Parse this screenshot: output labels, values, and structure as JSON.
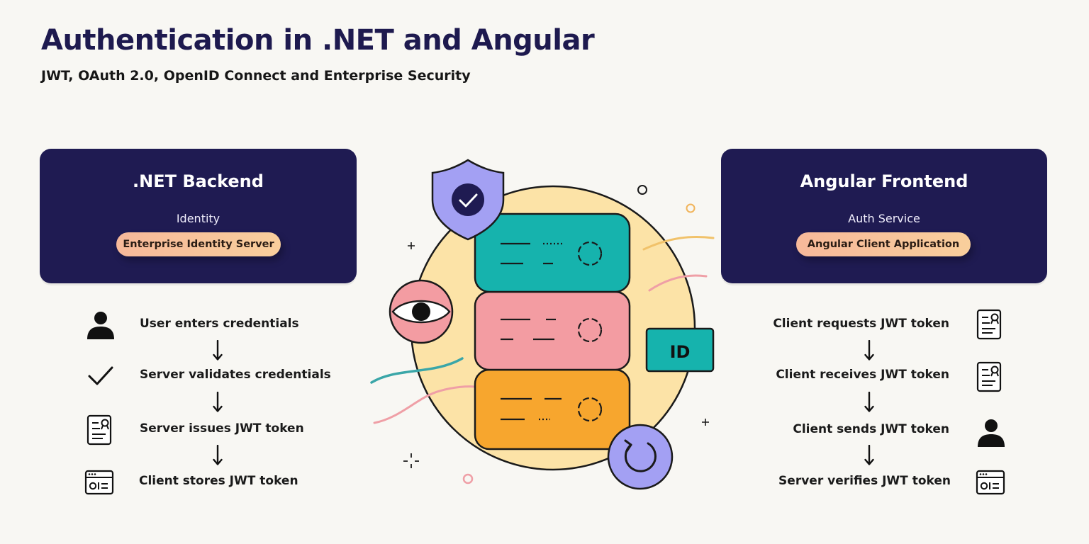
{
  "header": {
    "title": "Authentication in .NET and Angular",
    "subtitle": "JWT, OAuth 2.0, OpenID Connect and Enterprise Security"
  },
  "backend": {
    "title": ".NET Backend",
    "subtitle": "Identity",
    "pill": "Enterprise Identity Server",
    "steps": [
      {
        "label": "User enters credentials",
        "icon": "user-icon"
      },
      {
        "label": "Server validates credentials",
        "icon": "checkmark-icon"
      },
      {
        "label": "Server issues JWT token",
        "icon": "certificate-document-icon"
      },
      {
        "label": "Client stores JWT token",
        "icon": "browser-window-icon"
      }
    ]
  },
  "frontend": {
    "title": "Angular Frontend",
    "subtitle": "Auth Service",
    "pill": "Angular Client Application",
    "steps": [
      {
        "label": "Client requests JWT token",
        "icon": "certificate-document-icon"
      },
      {
        "label": "Client receives JWT token",
        "icon": "certificate-document-icon"
      },
      {
        "label": "Client sends JWT token",
        "icon": "user-icon"
      },
      {
        "label": "Server verifies JWT token",
        "icon": "browser-window-icon"
      }
    ]
  },
  "illustration": {
    "id_badge": "ID",
    "icons": [
      "shield-check-icon",
      "eye-icon",
      "refresh-icon",
      "id-card-icon",
      "server-stack-icon"
    ]
  },
  "colors": {
    "navy": "#1f1b52",
    "pill": "#f8c29b",
    "teal": "#16b3ad",
    "pink": "#f39ca2",
    "orange": "#f7a62e",
    "lavender": "#a3a0f3",
    "circle": "#fce3a7"
  }
}
